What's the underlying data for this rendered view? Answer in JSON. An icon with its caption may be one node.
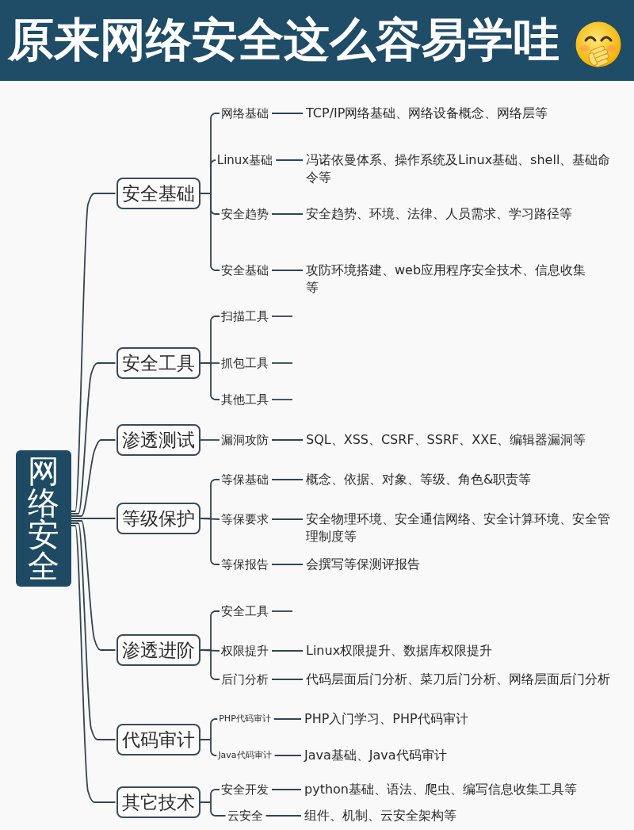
{
  "diagram": {
    "title": "原来网络安全这么容易学哇",
    "nodes": [
      {
        "text": [
          "网络安全"
        ]
      },
      {
        "text": [
          "安全基础"
        ]
      },
      {
        "text": [
          "网络基础"
        ]
      },
      {
        "text": [
          "TCP/IP网络基础、网络设备概念、网络层等"
        ]
      },
      {
        "text": [
          "Linux基础"
        ]
      },
      {
        "text": [
          "冯诺依曼体系、操作系统及Linux基础、shell、基础命令等"
        ]
      },
      {
        "text": [
          "安全趋势"
        ]
      },
      {
        "text": [
          "安全趋势、环境、法律、人员需求、学习路径等"
        ]
      },
      {
        "text": [
          "安全基础"
        ]
      },
      {
        "text": [
          "攻防环境搭建、web应用程序安全技术、信息收集等"
        ]
      },
      {
        "text": [
          "安全工具"
        ]
      },
      {
        "text": [
          "扫描工具"
        ]
      },
      {
        "text": [
          "抓包工具"
        ]
      },
      {
        "text": [
          "其他工具"
        ]
      },
      {
        "text": [
          "渗透测试"
        ]
      },
      {
        "text": [
          "漏洞攻防"
        ]
      },
      {
        "text": [
          "SQL、XSS、CSRF、SSRF、XXE、编辑器漏洞等"
        ]
      },
      {
        "text": [
          "等级保护"
        ]
      },
      {
        "text": [
          "等保基础"
        ]
      },
      {
        "text": [
          "概念、依据、对象、等级、角色&职责等"
        ]
      },
      {
        "text": [
          "等保要求"
        ]
      },
      {
        "text": [
          "安全物理环境、安全通信网络、安全计算环境、安全管理制度等"
        ]
      },
      {
        "text": [
          "等保报告"
        ]
      },
      {
        "text": [
          "会撰写等保测评报告"
        ]
      },
      {
        "text": [
          "渗透进阶"
        ]
      },
      {
        "text": [
          "安全工具"
        ]
      },
      {
        "text": [
          "权限提升"
        ]
      },
      {
        "text": [
          "Linux权限提升、数据库权限提升"
        ]
      },
      {
        "text": [
          "后门分析"
        ]
      },
      {
        "text": [
          "代码层面后门分析、菜刀后门分析、网络层面后门分析"
        ]
      },
      {
        "text": [
          "代码审计"
        ]
      },
      {
        "text": [
          "PHP代码审计"
        ]
      },
      {
        "text": [
          "PHP入门学习、PHP代码审计"
        ]
      },
      {
        "text": [
          "Java代码审计"
        ]
      },
      {
        "text": [
          "Java基础、Java代码审计"
        ]
      },
      {
        "text": [
          "其它技术"
        ]
      },
      {
        "text": [
          "安全开发"
        ]
      },
      {
        "text": [
          "python基础、语法、爬虫、编写信息收集工具等"
        ]
      },
      {
        "text": [
          "云安全"
        ]
      },
      {
        "text": [
          "组件、机制、云安全架构等"
        ]
      }
    ],
    "edges": [
      {
        "from": 0,
        "to": 1,
        "arrow": "none"
      },
      {
        "from": 1,
        "to": 2,
        "arrow": "none"
      },
      {
        "from": 2,
        "to": 3,
        "arrow": "none"
      },
      {
        "from": 1,
        "to": 4,
        "arrow": "none"
      },
      {
        "from": 4,
        "to": 5,
        "arrow": "none"
      },
      {
        "from": 1,
        "to": 6,
        "arrow": "none"
      },
      {
        "from": 6,
        "to": 7,
        "arrow": "none"
      },
      {
        "from": 1,
        "to": 8,
        "arrow": "none"
      },
      {
        "from": 8,
        "to": 9,
        "arrow": "none"
      },
      {
        "from": 0,
        "to": 10,
        "arrow": "none"
      },
      {
        "from": 10,
        "to": 11,
        "arrow": "none"
      },
      {
        "from": 11,
        "to": null,
        "arrow": "none"
      },
      {
        "from": 10,
        "to": 12,
        "arrow": "none"
      },
      {
        "from": 12,
        "to": null,
        "arrow": "none"
      },
      {
        "from": 10,
        "to": 13,
        "arrow": "none"
      },
      {
        "from": 13,
        "to": null,
        "arrow": "none"
      },
      {
        "from": 0,
        "to": 14,
        "arrow": "none"
      },
      {
        "from": 14,
        "to": 15,
        "arrow": "none"
      },
      {
        "from": 15,
        "to": 16,
        "arrow": "none"
      },
      {
        "from": 0,
        "to": 17,
        "arrow": "none"
      },
      {
        "from": 17,
        "to": 18,
        "arrow": "none"
      },
      {
        "from": 18,
        "to": 19,
        "arrow": "none"
      },
      {
        "from": 17,
        "to": 20,
        "arrow": "none"
      },
      {
        "from": 20,
        "to": 21,
        "arrow": "none"
      },
      {
        "from": 17,
        "to": 22,
        "arrow": "none"
      },
      {
        "from": 22,
        "to": 23,
        "arrow": "none"
      },
      {
        "from": 0,
        "to": 24,
        "arrow": "none"
      },
      {
        "from": 24,
        "to": 25,
        "arrow": "none"
      },
      {
        "from": 25,
        "to": null,
        "arrow": "none"
      },
      {
        "from": 24,
        "to": 26,
        "arrow": "none"
      },
      {
        "from": 26,
        "to": 27,
        "arrow": "none"
      },
      {
        "from": 24,
        "to": 28,
        "arrow": "none"
      },
      {
        "from": 28,
        "to": 29,
        "arrow": "none"
      },
      {
        "from": 0,
        "to": 30,
        "arrow": "none"
      },
      {
        "from": 30,
        "to": 31,
        "arrow": "none"
      },
      {
        "from": 31,
        "to": 32,
        "arrow": "none"
      },
      {
        "from": 30,
        "to": 33,
        "arrow": "none"
      },
      {
        "from": 33,
        "to": 34,
        "arrow": "none"
      },
      {
        "from": 0,
        "to": 35,
        "arrow": "none"
      },
      {
        "from": 35,
        "to": 36,
        "arrow": "none"
      },
      {
        "from": 36,
        "to": 37,
        "arrow": "none"
      },
      {
        "from": 35,
        "to": 38,
        "arrow": "none"
      },
      {
        "from": 38,
        "to": 39,
        "arrow": "none"
      }
    ]
  }
}
